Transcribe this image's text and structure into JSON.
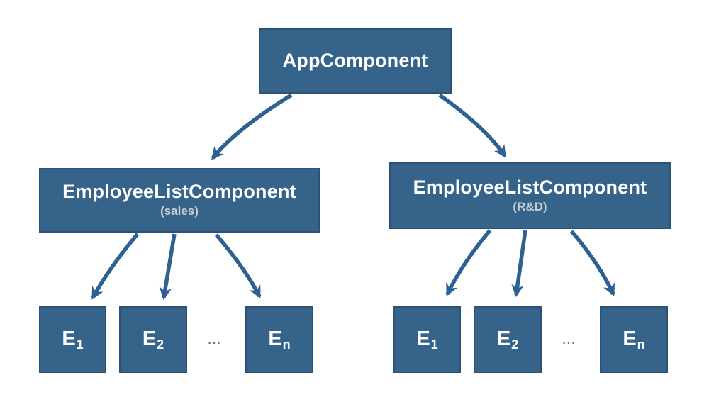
{
  "diagram": {
    "root": {
      "label": "AppComponent"
    },
    "groups": [
      {
        "parent_label": "EmployeeListComponent",
        "parent_sublabel": "(sales)",
        "children": [
          {
            "base": "E",
            "sub": "1"
          },
          {
            "base": "E",
            "sub": "2"
          },
          {
            "base": "E",
            "sub": "n"
          }
        ],
        "ellipsis": "..."
      },
      {
        "parent_label": "EmployeeListComponent",
        "parent_sublabel": "(R&D)",
        "children": [
          {
            "base": "E",
            "sub": "1"
          },
          {
            "base": "E",
            "sub": "2"
          },
          {
            "base": "E",
            "sub": "n"
          }
        ],
        "ellipsis": "..."
      }
    ],
    "colors": {
      "box_fill": "#35638a",
      "box_border": "#2b5277",
      "arrow_color": "#2d6191",
      "label_color": "#ffffff",
      "sublabel_color": "#c7ced6",
      "ellipsis_color": "#5b7da0",
      "background": "#ffffff"
    }
  }
}
